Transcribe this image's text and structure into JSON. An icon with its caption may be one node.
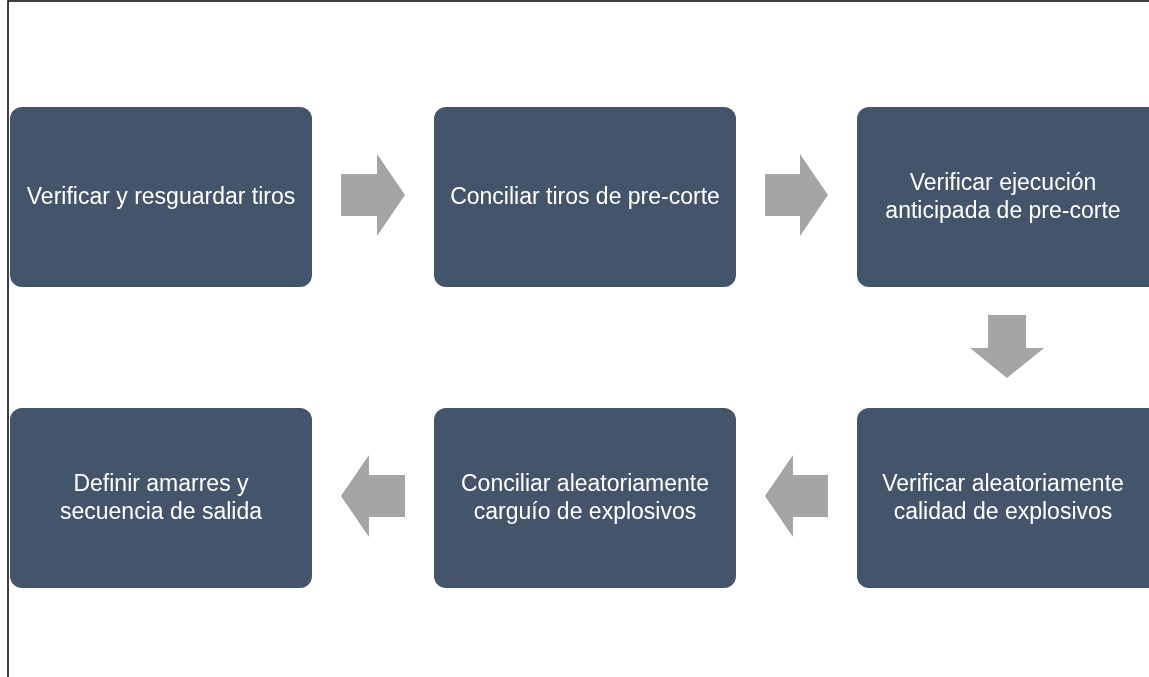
{
  "diagram": {
    "nodes": [
      {
        "text": [
          "Verificar y resguardar tiros"
        ]
      },
      {
        "text": [
          "Conciliar tiros de pre-corte"
        ]
      },
      {
        "text": [
          "Verificar ejecución anticipada de pre-corte"
        ]
      },
      {
        "text": [
          "Verificar aleatoriamente calidad de explosivos"
        ]
      },
      {
        "text": [
          "Conciliar aleatoriamente carguío de explosivos"
        ]
      },
      {
        "text": [
          "Definir amarres y secuencia de salida"
        ]
      }
    ],
    "edges": [
      {
        "from": 0,
        "to": 1,
        "arrow": "to"
      },
      {
        "from": 1,
        "to": 2,
        "arrow": "to"
      },
      {
        "from": 2,
        "to": 3,
        "arrow": "to"
      },
      {
        "from": 3,
        "to": 4,
        "arrow": "to"
      },
      {
        "from": 4,
        "to": 5,
        "arrow": "to"
      }
    ]
  }
}
